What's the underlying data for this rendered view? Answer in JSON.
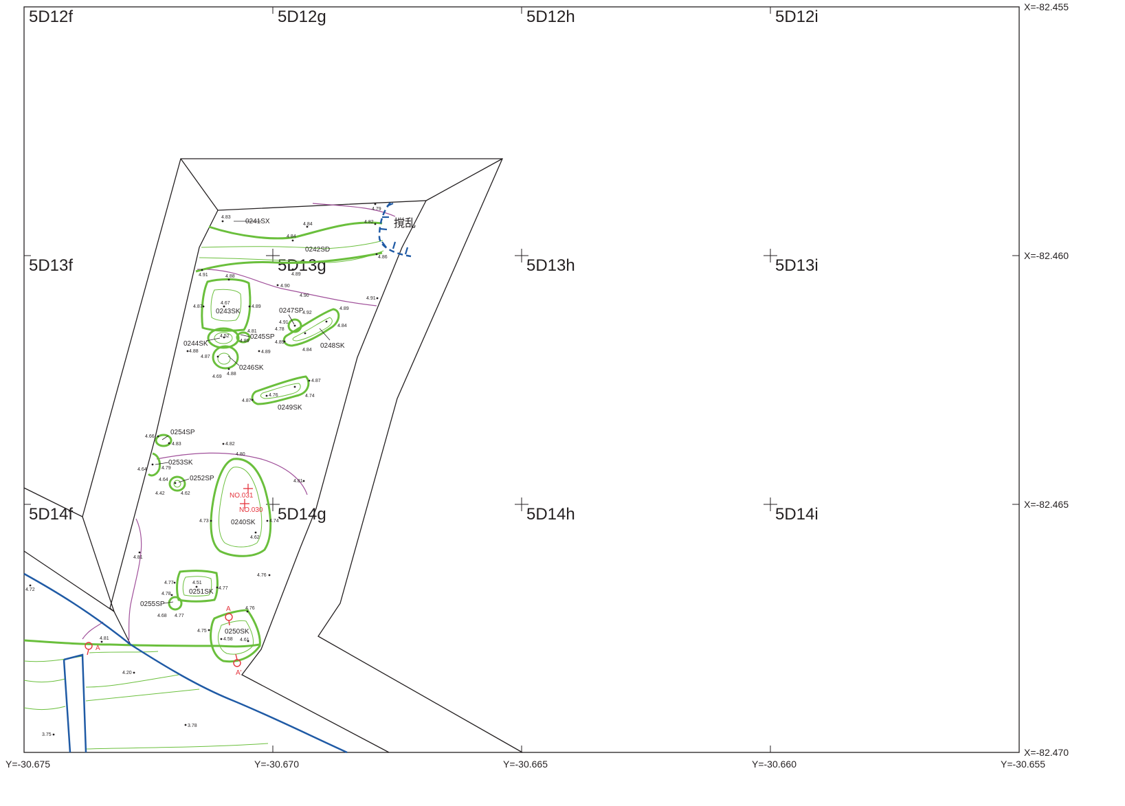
{
  "colors": {
    "outline": "#231f20",
    "feature_line": "#6abf3c",
    "contour_purple": "#a0509a",
    "disturbance_blue": "#1f5aa5",
    "section_red": "#e4333c"
  },
  "grid_labels": [
    "5D12f",
    "5D12g",
    "5D12h",
    "5D12i",
    "5D13f",
    "5D13g",
    "5D13h",
    "5D13i",
    "5D14f",
    "5D14g",
    "5D14h",
    "5D14i"
  ],
  "x_labels": [
    "X=-82.455",
    "X=-82.460",
    "X=-82.465",
    "X=-82.470"
  ],
  "y_labels": [
    "Y=-30.675",
    "Y=-30.670",
    "Y=-30.665",
    "Y=-30.660",
    "Y=-30.655"
  ],
  "disturbance_label": "撹乱",
  "features": [
    "0241SX",
    "0242SD",
    "0243SK",
    "0244SK",
    "0245SP",
    "0246SK",
    "0247SP",
    "0248SK",
    "0249SK",
    "0254SP",
    "0253SK",
    "0252SP",
    "0240SK",
    "0251SK",
    "0255SP",
    "0250SK"
  ],
  "points": [
    "NO.031",
    "NO.030"
  ],
  "section_labels": [
    "A",
    "A",
    "A'"
  ],
  "elevations": [
    "4.79",
    "4.83",
    "4.84",
    "4.82",
    "4.84",
    "4.86",
    "4.91",
    "4.89",
    "4.88",
    "4.90",
    "4.90",
    "4.91",
    "4.87",
    "4.67",
    "4.89",
    "4.91",
    "4.92",
    "4.89",
    "4.78",
    "4.84",
    "4.81",
    "4.52",
    "4.89",
    "4.89",
    "4.84",
    "4.88",
    "4.87",
    "4.89",
    "4.69",
    "4.88",
    "4.87",
    "4.87",
    "4.76",
    "4.74",
    "4.66",
    "4.83",
    "4.82",
    "4.80",
    "4.64",
    "4.79",
    "4.64",
    "4.42",
    "4.62",
    "4.81",
    "4.73",
    "4.74",
    "4.62",
    "4.81",
    "4.76",
    "4.72",
    "4.77",
    "4.51",
    "4.77",
    "4.78",
    "4.68",
    "4.77",
    "4.76",
    "4.75",
    "4.58",
    "4.61",
    "4.81",
    "4.20",
    "3.78",
    "3.75"
  ]
}
